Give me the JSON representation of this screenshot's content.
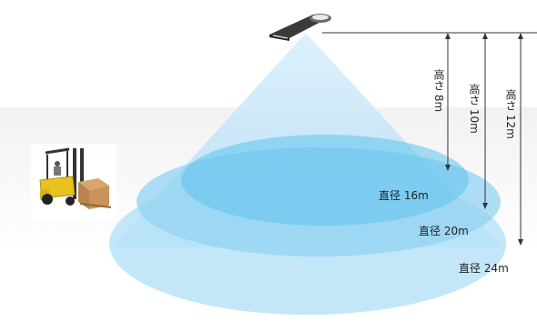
{
  "heights": [
    {
      "label": "高さ 8m"
    },
    {
      "label": "高さ 10m"
    },
    {
      "label": "高さ 12m"
    }
  ],
  "diameters": [
    {
      "label": "直径 16m"
    },
    {
      "label": "直径 20m"
    },
    {
      "label": "直径 24m"
    }
  ],
  "colors": {
    "light_cone": "#bfe3f7",
    "ellipse_inner": "#62c4ee",
    "ellipse_mid": "#8fd4f2",
    "ellipse_outer": "#b6e3f7",
    "arrow": "#333333",
    "fixture": "#3a3a3a"
  },
  "icons": [
    "highbay-light-icon",
    "forklift-icon"
  ]
}
